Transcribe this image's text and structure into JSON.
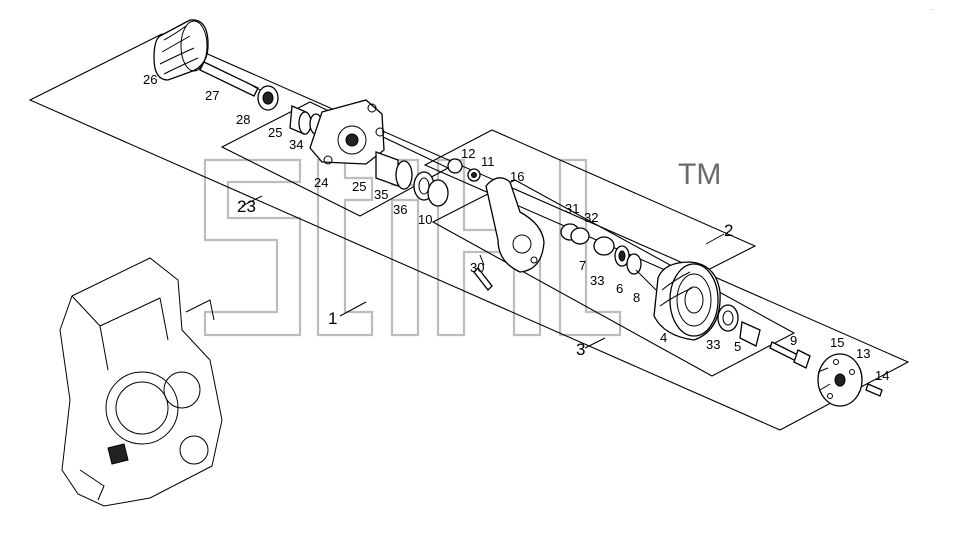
{
  "watermark": {
    "brand": "STIHL",
    "trademark": "TM"
  },
  "corner_code": "…",
  "groups": [
    {
      "id": "group-1",
      "label": "1"
    },
    {
      "id": "group-2",
      "label": "2"
    },
    {
      "id": "group-3",
      "label": "3"
    },
    {
      "id": "group-23",
      "label": "23"
    }
  ],
  "parts": [
    {
      "id": "p26",
      "label": "26"
    },
    {
      "id": "p27",
      "label": "27"
    },
    {
      "id": "p28",
      "label": "28"
    },
    {
      "id": "p25a",
      "label": "25"
    },
    {
      "id": "p34",
      "label": "34"
    },
    {
      "id": "p24",
      "label": "24"
    },
    {
      "id": "p25b",
      "label": "25"
    },
    {
      "id": "p35",
      "label": "35"
    },
    {
      "id": "p36",
      "label": "36"
    },
    {
      "id": "p10",
      "label": "10"
    },
    {
      "id": "p12",
      "label": "12"
    },
    {
      "id": "p11",
      "label": "11"
    },
    {
      "id": "p16",
      "label": "16"
    },
    {
      "id": "p31",
      "label": "31"
    },
    {
      "id": "p32",
      "label": "32"
    },
    {
      "id": "p30",
      "label": "30"
    },
    {
      "id": "p7",
      "label": "7"
    },
    {
      "id": "p33a",
      "label": "33"
    },
    {
      "id": "p6",
      "label": "6"
    },
    {
      "id": "p8",
      "label": "8"
    },
    {
      "id": "p4",
      "label": "4"
    },
    {
      "id": "p33b",
      "label": "33"
    },
    {
      "id": "p5",
      "label": "5"
    },
    {
      "id": "p9",
      "label": "9"
    },
    {
      "id": "p15",
      "label": "15"
    },
    {
      "id": "p13",
      "label": "13"
    },
    {
      "id": "p14",
      "label": "14"
    }
  ]
}
